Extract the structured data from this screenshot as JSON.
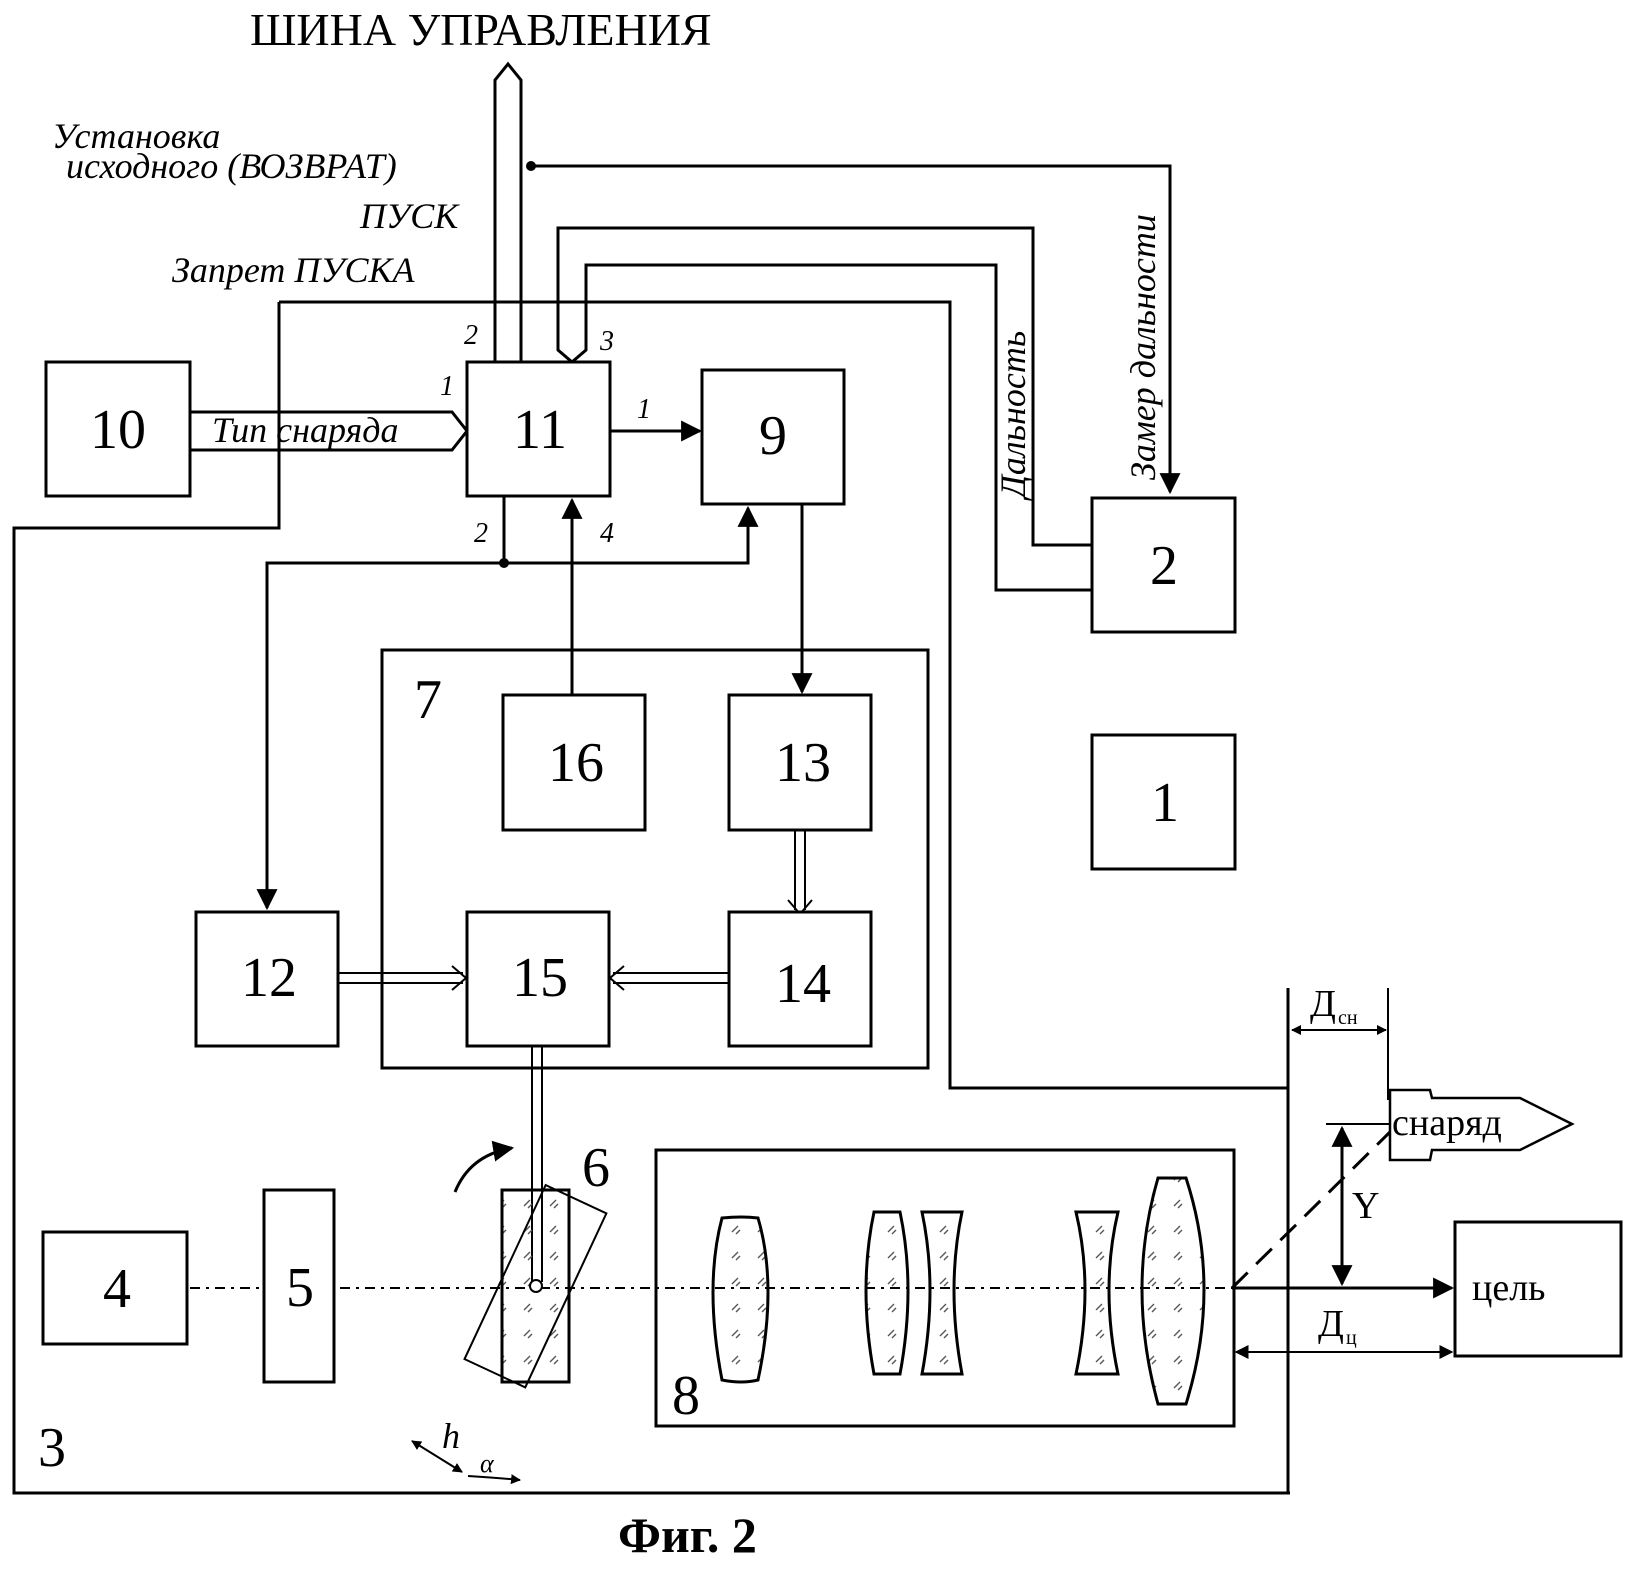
{
  "title": "ШИНА УПРАВЛЕНИЯ",
  "caption": "Фиг. 2",
  "signals": {
    "reset_line1": "Установка",
    "reset_line2": "исходного (ВОЗВРАТ)",
    "start": "ПУСК",
    "start_inhibit": "Запрет ПУСКА",
    "range": "Дальность",
    "range_measure": "Замер дальности",
    "projectile_type": "Тип снаряда"
  },
  "blocks": {
    "b1": "1",
    "b2": "2",
    "b3": "3",
    "b4": "4",
    "b5": "5",
    "b6": "6",
    "b7": "7",
    "b8": "8",
    "b9": "9",
    "b10": "10",
    "b11": "11",
    "b12": "12",
    "b13": "13",
    "b14": "14",
    "b15": "15",
    "b16": "16"
  },
  "pins": {
    "p11_in1": "1",
    "p11_top2": "2",
    "p11_top3": "3",
    "p11_out1": "1",
    "p11_bot2": "2",
    "p11_bot4": "4"
  },
  "labels": {
    "projectile": "снаряд",
    "target": "цель",
    "y": "Y",
    "d_sn_main": "Д",
    "d_sn_sub": "сн",
    "d_ts_main": "Д",
    "d_ts_sub": "ц",
    "h": "h",
    "alpha": "α"
  }
}
